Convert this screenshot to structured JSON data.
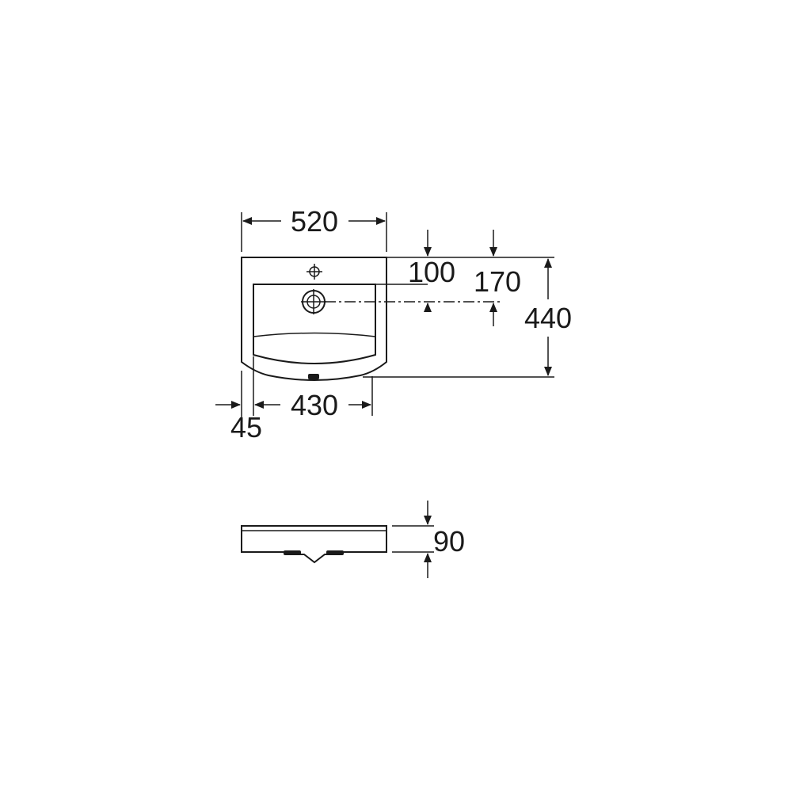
{
  "drawing": {
    "dimensions": {
      "overall_width": "520",
      "inner_width": "430",
      "side_offset": "45",
      "tap_hole_offset": "100",
      "waste_offset": "170",
      "overall_depth": "440",
      "height": "90"
    },
    "views": [
      "plan-view",
      "side-view"
    ],
    "line_color": "#1a1a1a",
    "background_color": "#ffffff"
  }
}
